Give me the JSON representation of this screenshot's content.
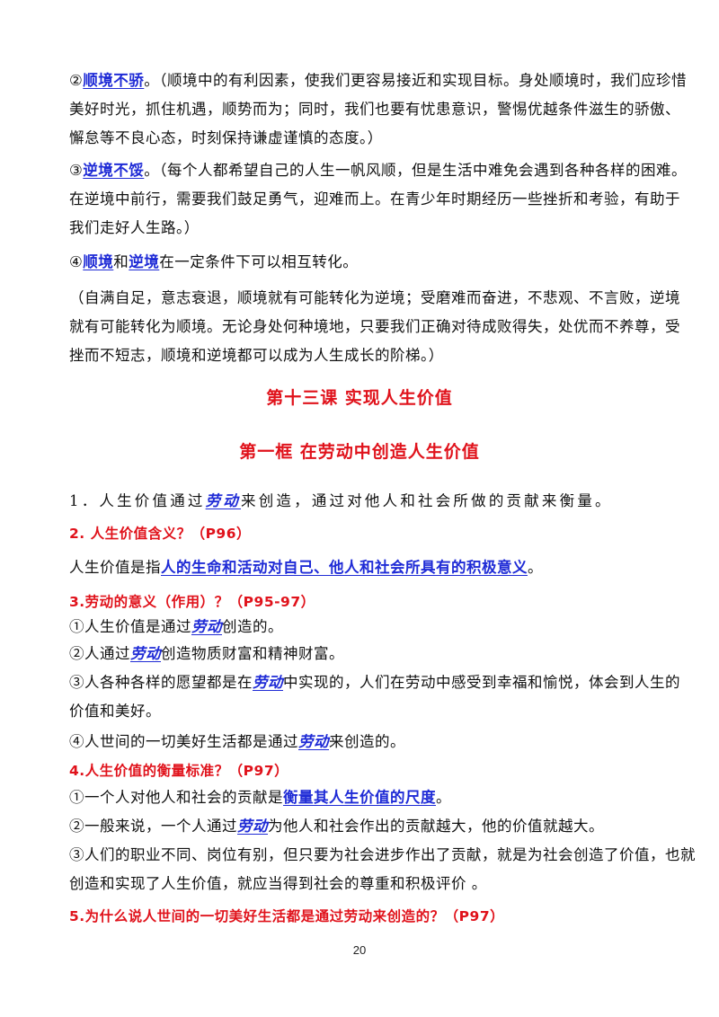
{
  "sec1": {
    "p2_num": "②",
    "p2_kw": "顺境不骄",
    "p2_l1": "。（顺境中的有利因素，使我们更容易接近和实现目标。身处顺境时，我们应珍惜",
    "p2_l2": "美好时光，抓住机遇，顺势而为；同时，我们也要有忧患意识，警惕优越条件滋生的骄傲、",
    "p2_l3": "懈怠等不良心态，时刻保持谦虚谨慎的态度。）",
    "p3_num": "③",
    "p3_kw": "逆境不馁",
    "p3_l1": "。（每个人都希望自己的人生一帆风顺，但是生活中难免会遇到各种各样的困难。",
    "p3_l2": "在逆境中前行，需要我们鼓足勇气，迎难而上。在青少年时期经历一些挫折和考验，有助于",
    "p3_l3": "我们走好人生路。）",
    "p4_num": "④",
    "p4_kw1": "顺境",
    "p4_and": "和",
    "p4_kw2": "逆境",
    "p4_rest": "在一定条件下可以相互转化。",
    "p5_l1": "（自满自足，意志衰退，顺境就有可能转化为逆境；受磨难而奋进，不悲观、不言败，逆境",
    "p5_l2": "就有可能转化为顺境。无论身处何种境地，只要我们正确对待成败得失，处优而不养尊，受",
    "p5_l3": "挫而不短志，顺境和逆境都可以成为人生成长的阶梯。）"
  },
  "lesson_title": "第十三课  实现人生价值",
  "frame_title": "第一框   在劳动中创造人生价值",
  "q1": {
    "pre": "1．人生价值通过",
    "kw": "劳动",
    "post": "来创造，通过对他人和社会所做的贡献来衡量。"
  },
  "q2": {
    "heading": "2. 人生价值含义？（P96）",
    "pre": "人生价值是指",
    "kw": "人的生命和活动对自己、他人和社会所具有的积极意义",
    "post": "。"
  },
  "q3": {
    "heading": "3.劳动的意义（作用）？（P95-97）",
    "i1_pre": "①人生价值是通过",
    "i1_kw": "劳动",
    "i1_post": "创造的。",
    "i2_pre": "②人通过",
    "i2_kw": "劳动",
    "i2_post": "创造物质财富和精神财富。",
    "i3_pre": "③人各种各样的愿望都是在",
    "i3_kw": "劳动",
    "i3_post": "中实现的，人们在劳动中感受到幸福和愉悦，体会到人生的",
    "i3_l2": "价值和美好。",
    "i4_pre": "④人世间的一切美好生活都是通过",
    "i4_kw": "劳动",
    "i4_post": "来创造的。"
  },
  "q4": {
    "heading": "4.人生价值的衡量标准？（P97）",
    "i1_pre": "①一个人对他人和社会的贡献是",
    "i1_kw": "衡量其人生价值的尺度",
    "i1_post": "。",
    "i2_pre": "②一般来说，一个人通过",
    "i2_kw": "劳动",
    "i2_post": "为他人和社会作出的贡献越大，他的价值就越大。",
    "i3_l1": "③人们的职业不同、岗位有别，但只要为社会进步作出了贡献，就是为社会创造了价值，也就",
    "i3_l2": "创造和实现了人生价值，就应当得到社会的尊重和积极评价 。"
  },
  "q5": {
    "heading": "5.为什么说人世间的一切美好生活都是通过劳动来创造的？（P97）"
  },
  "page_number": "20"
}
